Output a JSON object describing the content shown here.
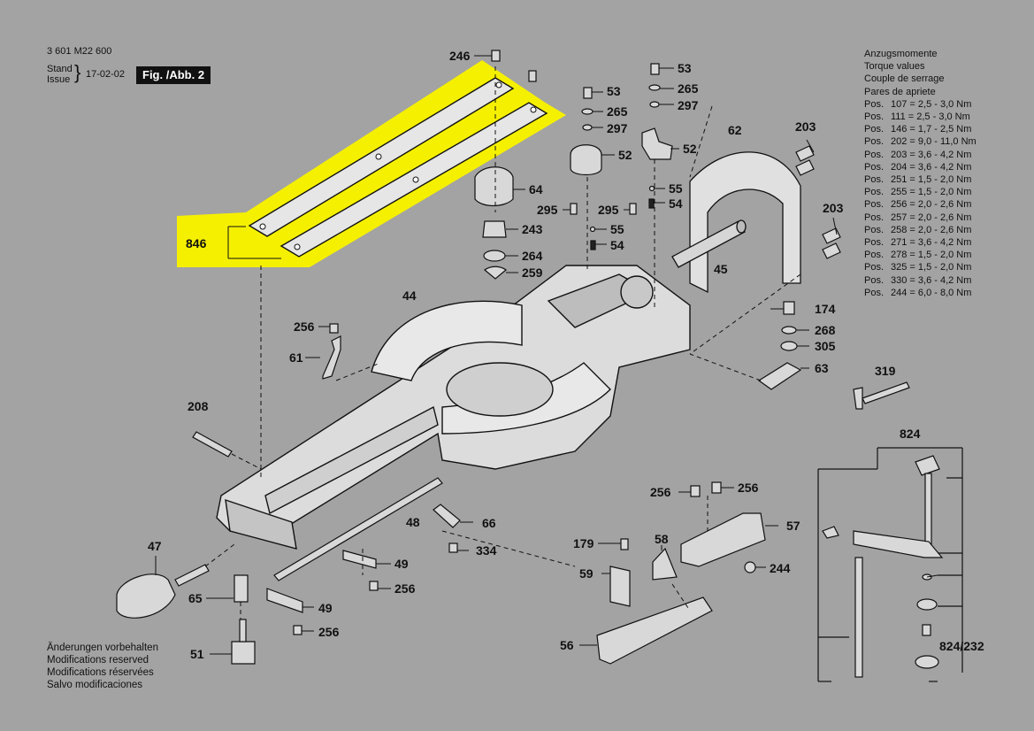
{
  "header": {
    "doc_number": "3 601 M22 600",
    "stand": "Stand",
    "issue": "Issue",
    "date": "17-02-02",
    "fig": "Fig. /Abb. 2"
  },
  "torque": {
    "title_de": "Anzugsmomente",
    "title_en": "Torque values",
    "title_fr": "Couple de serrage",
    "title_es": "Pares de apriete",
    "rows": [
      {
        "pos": "Pos.",
        "text": "107 = 2,5 - 3,0 Nm"
      },
      {
        "pos": "Pos.",
        "text": "111 = 2,5 - 3,0 Nm"
      },
      {
        "pos": "Pos.",
        "text": "146 = 1,7 - 2,5 Nm"
      },
      {
        "pos": "Pos.",
        "text": "202 = 9,0 - 11,0 Nm"
      },
      {
        "pos": "Pos.",
        "text": "203 = 3,6 - 4,2 Nm"
      },
      {
        "pos": "Pos.",
        "text": "204 = 3,6 - 4,2 Nm"
      },
      {
        "pos": "Pos.",
        "text": "251 = 1,5 - 2,0 Nm"
      },
      {
        "pos": "Pos.",
        "text": "255 = 1,5 - 2,0 Nm"
      },
      {
        "pos": "Pos.",
        "text": "256 = 2,0 - 2,6 Nm"
      },
      {
        "pos": "Pos.",
        "text": "257 = 2,0 - 2,6 Nm"
      },
      {
        "pos": "Pos.",
        "text": "258 = 2,0 - 2,6 Nm"
      },
      {
        "pos": "Pos.",
        "text": "271 = 3,6 - 4,2 Nm"
      },
      {
        "pos": "Pos.",
        "text": "278 = 1,5 - 2,0 Nm"
      },
      {
        "pos": "Pos.",
        "text": "325 = 1,5 - 2,0 Nm"
      },
      {
        "pos": "Pos.",
        "text": "330 = 3,6 - 4,2 Nm"
      },
      {
        "pos": "Pos.",
        "text": "244 = 6,0 - 8,0 Nm"
      }
    ]
  },
  "notes": [
    "Änderungen vorbehalten",
    "Modifications reserved",
    "Modifications réservées",
    "Salvo modificaciones"
  ],
  "colors": {
    "background": "#a3a3a3",
    "highlight": "#f5f000",
    "ink": "#111111"
  },
  "parts": {
    "p246a": "246",
    "p53a": "53",
    "p265a": "265",
    "p297a": "297",
    "p52a": "52",
    "p53b": "53",
    "p265b": "265",
    "p297b": "297",
    "p52b": "52",
    "p64": "64",
    "p243": "243",
    "p264": "264",
    "p259": "259",
    "p295a": "295",
    "p295b": "295",
    "p55a": "55",
    "p54a": "54",
    "p55b": "55",
    "p54b": "54",
    "p62": "62",
    "p203a": "203",
    "p203b": "203",
    "p45": "45",
    "p846": "846",
    "p44": "44",
    "p256a": "256",
    "p61": "61",
    "p174": "174",
    "p268": "268",
    "p305": "305",
    "p63": "63",
    "p319": "319",
    "p208": "208",
    "p824": "824",
    "p256b": "256",
    "p256c": "256",
    "p57": "57",
    "p48": "48",
    "p66": "66",
    "p334": "334",
    "p47": "47",
    "p49a": "49",
    "p49b": "49",
    "p256d": "256",
    "p256e": "256",
    "p65": "65",
    "p51": "51",
    "p179": "179",
    "p58": "58",
    "p244": "244",
    "p59": "59",
    "p56": "56",
    "p824_232": "824/232"
  }
}
